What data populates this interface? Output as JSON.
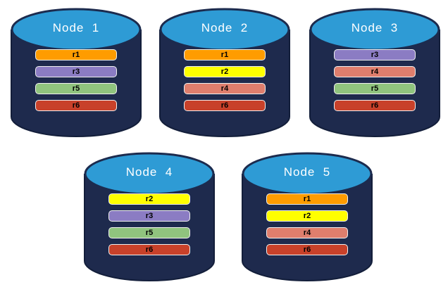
{
  "diagram": {
    "description": "Five database nodes with replicated partitions",
    "colors": {
      "cylinder_body": "#1E2A4D",
      "cylinder_body_stroke": "#131E3A",
      "cylinder_top": "#2E9BD5",
      "cylinder_top_stroke": "#1C2B4E",
      "node_label_text": "#FFFFFF",
      "bar_label_text": "#000000",
      "bar_border": "#F0F0F0"
    },
    "partition_colors": {
      "r1": "#FF9C00",
      "r2": "#FFFF00",
      "r3": "#8B7CC3",
      "r4": "#DF7E6D",
      "r5": "#90C47E",
      "r6": "#C8412A"
    },
    "nodes": [
      {
        "label": "Node  1",
        "partitions": [
          "r1",
          "r3",
          "r5",
          "r6"
        ]
      },
      {
        "label": "Node  2",
        "partitions": [
          "r1",
          "r2",
          "r4",
          "r6"
        ]
      },
      {
        "label": "Node  3",
        "partitions": [
          "r3",
          "r4",
          "r5",
          "r6"
        ]
      },
      {
        "label": "Node  4",
        "partitions": [
          "r2",
          "r3",
          "r5",
          "r6"
        ]
      },
      {
        "label": "Node  5",
        "partitions": [
          "r1",
          "r2",
          "r4",
          "r6"
        ]
      }
    ]
  }
}
